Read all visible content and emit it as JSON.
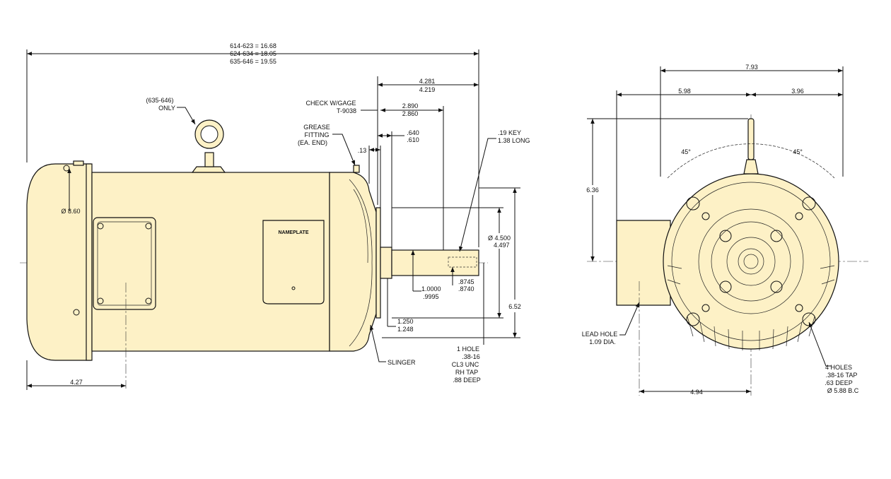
{
  "side_view": {
    "overall_length": [
      "614-623 = 16.68",
      "624-634 = 18.05",
      "635-646 = 19.55"
    ],
    "eyebolt_note": [
      "(635-646)",
      "ONLY"
    ],
    "nameplate_label": "NAMEPLATE",
    "check_gage": [
      "CHECK W/GAGE",
      "T-9038"
    ],
    "grease_fitting": [
      "GREASE",
      "FITTING",
      "(EA. END)"
    ],
    "dim_013": ".13",
    "dim_4281": [
      "4.281",
      "4.219"
    ],
    "dim_2890": [
      "2.890",
      "2.860"
    ],
    "dim_640": [
      ".640",
      ".610"
    ],
    "key_note": [
      ".19 KEY",
      "1.38 LONG"
    ],
    "frame_dia": "Ø 8.60",
    "pilot_dia": [
      "Ø 4.500",
      "4.497"
    ],
    "shaft_dia": [
      "1.0000",
      ".9995"
    ],
    "key_seat": [
      ".8745",
      ".8740"
    ],
    "height_652": "6.52",
    "dim_1250": [
      "1.250",
      "1.248"
    ],
    "slinger": "SLINGER",
    "tap_hole": [
      "1 HOLE",
      ".38-16",
      "CL3 UNC",
      "RH TAP",
      ".88 DEEP"
    ],
    "dim_427": "4.27"
  },
  "end_view": {
    "width_793": "7.93",
    "dim_598": "5.98",
    "dim_396": "3.96",
    "height_636": "6.36",
    "angle_left": "45°",
    "angle_right": "45°",
    "lead_hole": [
      "LEAD HOLE",
      "1.09 DIA."
    ],
    "dim_494": "4.94",
    "holes_note": [
      "4 HOLES",
      ".38-16 TAP",
      ".63 DEEP",
      "Ø 5.88 B.C"
    ]
  }
}
